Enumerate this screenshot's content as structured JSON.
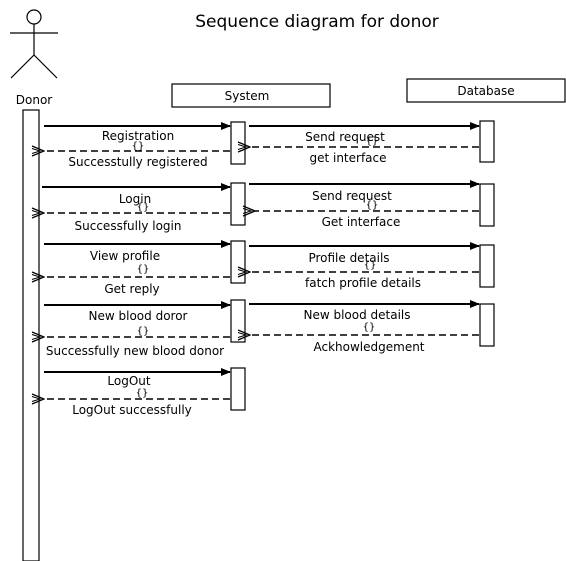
{
  "title": "Sequence diagram for donor",
  "actor": {
    "name": "Donor"
  },
  "participants": {
    "system": "System",
    "database": "Database"
  },
  "guard": "{}",
  "exchanges": [
    {
      "request": "Registration",
      "response": "Successtully registered",
      "db_request": "Send request",
      "db_response": "get interface"
    },
    {
      "request": "Login",
      "response": "Successfully login",
      "db_request": "Send request",
      "db_response": "Get interface"
    },
    {
      "request": "View profile",
      "response": "Get reply",
      "db_request": "Profile details",
      "db_response": "fatch profile details"
    },
    {
      "request": "New blood doror",
      "response": "Successfully new blood donor",
      "db_request": "New blood details",
      "db_response": "Ackhowledgement"
    },
    {
      "request": "LogOut",
      "response": "LogOut successfully"
    }
  ]
}
